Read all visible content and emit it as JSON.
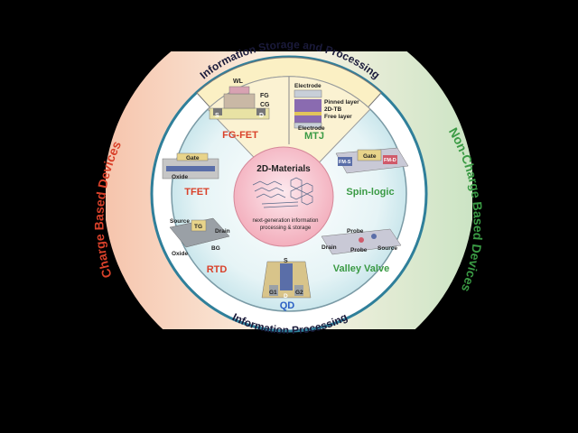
{
  "outer": {
    "left_label": "Charge Based Devices",
    "right_label": "Non-Charge Based Devices"
  },
  "ring": {
    "top_label": "Information Storage and Processing",
    "bottom_label": "Information Processing"
  },
  "center": {
    "title": "2D-Materials",
    "caption_line1": "next-generation information",
    "caption_line2": "processing & storage"
  },
  "devices": {
    "fg_fet": {
      "name": "FG-FET",
      "labels": [
        "WL",
        "FG",
        "CG",
        "S",
        "D"
      ]
    },
    "mtj": {
      "name": "MTJ",
      "labels": [
        "Electrode",
        "Pinned layer",
        "2D-TB",
        "Free layer",
        "Electrode"
      ]
    },
    "tfet": {
      "name": "TFET",
      "labels": [
        "Gate",
        "Oxide"
      ]
    },
    "spin_logic": {
      "name": "Spin-logic",
      "labels": [
        "Gate",
        "FM-S",
        "FM-D"
      ]
    },
    "rtd": {
      "name": "RTD",
      "labels": [
        "Source",
        "TG",
        "Drain",
        "Oxide",
        "BG"
      ]
    },
    "valley_valve": {
      "name": "Valley Valve",
      "labels": [
        "Probe",
        "Drain",
        "Probe",
        "Source"
      ]
    },
    "qd": {
      "name": "QD",
      "labels": [
        "S",
        "G1",
        "D",
        "G2"
      ]
    }
  },
  "colors": {
    "charge_red": "#d9412a",
    "noncharge_green": "#3a9a44",
    "ring_text": "#1a1a3a",
    "qd_blue": "#2a5fc4",
    "outer_bg_left": "#f6c9b4",
    "outer_bg_right": "#cfe6c8"
  }
}
